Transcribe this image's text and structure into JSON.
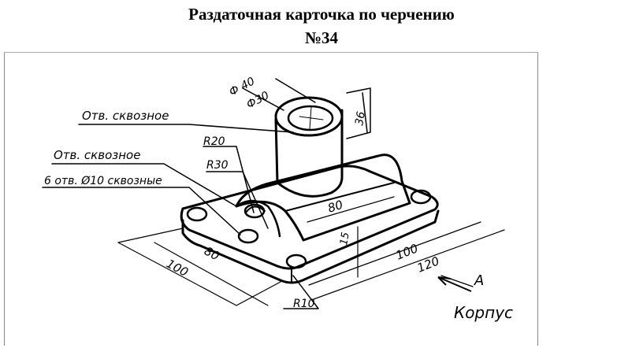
{
  "header": {
    "title_line1": "Раздаточная карточка по черчению",
    "title_line2": "№34"
  },
  "drawing": {
    "labels": {
      "hole_through_top": "Отв. сквозное",
      "hole_through_side": "Отв. сквозное",
      "six_holes": "6 отв. Ø10 сквозные",
      "name": "Корпус",
      "view_arrow": "А"
    },
    "dimensions": {
      "dia_outer": "Ф 40",
      "dia_inner": "Ф30",
      "height_boss": "36",
      "r20": "R20",
      "r30": "R30",
      "len_80_rib": "80",
      "thick_15": "15",
      "len_100_right": "100",
      "len_120_right": "120",
      "len_100_left": "100",
      "len_80_left": "80",
      "r10": "R10"
    }
  }
}
